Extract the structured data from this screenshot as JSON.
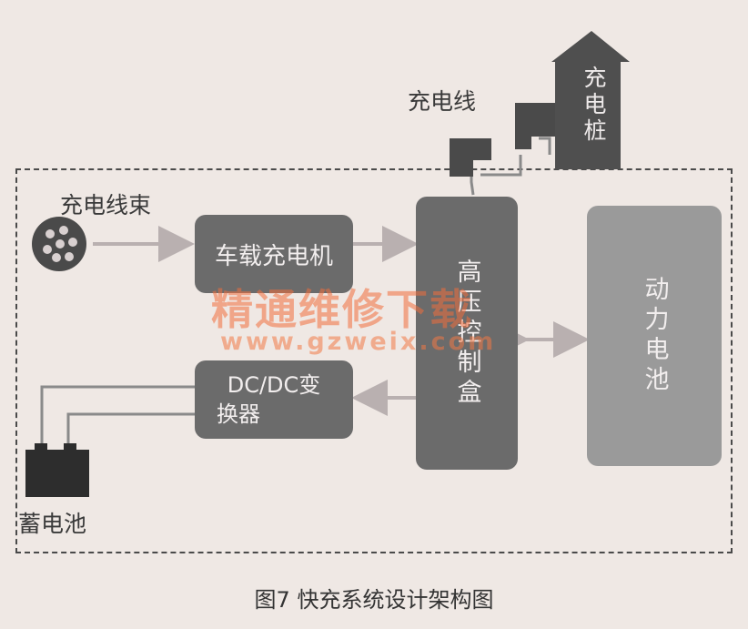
{
  "diagram": {
    "nodes": {
      "charging_pile": "充电桩",
      "charging_cable": "充电线",
      "harness": "充电线束",
      "onboard_charger": "车载充电机",
      "hv_control_box": "高压控制盒",
      "power_battery": "动力电池",
      "dcdc": "DC/DC变换器",
      "dcdc_line1": "DC/DC变",
      "dcdc_line2": "换器",
      "storage_battery": "蓄电池"
    },
    "watermark": {
      "text": "精通维修下载",
      "url": "www.gzweix.com"
    },
    "caption": "图7  快充系统设计架构图",
    "colors": {
      "background": "#efe8e4",
      "box_dark": "#6b6b6b",
      "box_light": "#9a9a9a",
      "arrow": "#b9b0b0",
      "watermark": "#f06e3c"
    }
  }
}
